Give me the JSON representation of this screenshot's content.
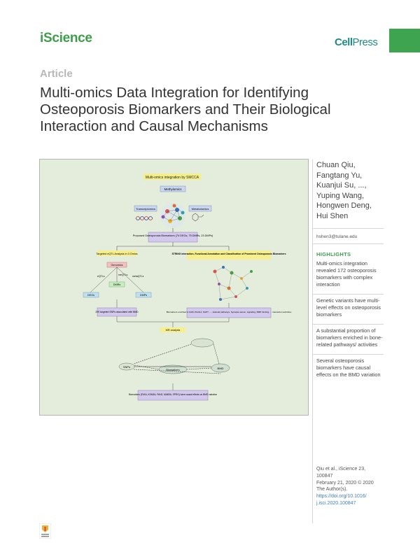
{
  "header": {
    "journal": "iScience",
    "publisher_a": "Cell",
    "publisher_b": "Press",
    "article_type": "Article"
  },
  "title": "Multi-omics Data Integration for Identifying Osteoporosis Biomarkers and Their Biological Interaction and Causal Mechanisms",
  "graphical_abstract": {
    "top_label": "Multi-omics integration by SMCCA",
    "methylomics": "Methylomics",
    "transcriptomics": "Transcriptomics",
    "metabolomics": "Metabolomics",
    "biomarkers_box": "Proposed Osteoporosis Biomarkers (74 DEGs, 75 DMRs, 23 DMPs)",
    "left_header": "Targeted eQTL Analysis in 3 Omics",
    "right_header": "STRING interaction, Functional Annotation and Classification of Prominent Osteoporosis Biomarkers",
    "genomics": "Genomics",
    "eqtl": "eQTLs",
    "meqtl": "meQTLs",
    "metaqtl": "metaQTLs",
    "degs": "DEGs",
    "dmrs": "DMRs",
    "dmps": "DMPs",
    "left_result": "299 targeted SNPs associated with BMD",
    "right_result": "Biomarkers enriched in FAM, PA2G4, SAP?, ..., skeletal pathways, Synapse-assoc, signaling, BMP binding, ... interaction activities",
    "mr": "MR analysis",
    "snp": "SNPs",
    "bmd": "BMD",
    "middle": "Biomarkers",
    "bottom": "Biomarkers (FAS4, KDM2A, PAN2, MAB3A, SPRG) have causal effects on BMD variation"
  },
  "authors": "Chuan Qiu, Fangtang Yu, Kuanjui Su, ..., Yuping Wang, Hongwen Deng, Hui Shen",
  "email": "hshen3@tulane.edu",
  "highlights_title": "HIGHLIGHTS",
  "highlights": [
    "Multi-omics integration revealed 172 osteoporosis biomarkers with complex interaction",
    "Genetic variants have multi-level effects on osteoporosis biomarkers",
    "A substantial proportion of biomarkers enriched in bone-related pathways/ activities",
    "Several osteoporosis biomarkers have causal effects on the BMD variation"
  ],
  "citation": {
    "line1": "Qiu et al., iScience 23, 100847",
    "line2": "February 21, 2020 © 2020 The Author(s).",
    "doi": "https://doi.org/10.1016/ j.isci.2020.100847"
  },
  "colors": {
    "brand_green": "#3fa44f",
    "cellpress_teal": "#1e8a86",
    "abstract_bg": "#e4eddb"
  }
}
